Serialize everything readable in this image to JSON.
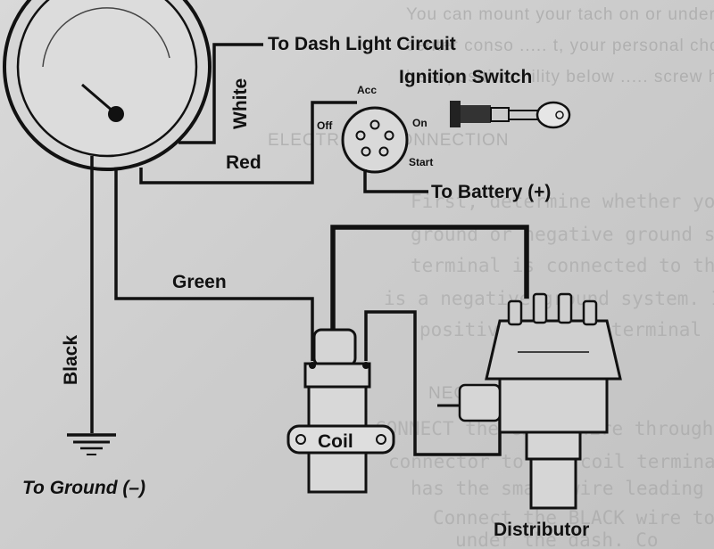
{
  "background_text": [
    "You can mount your tach on or under the dashb",
    "center conso ..... t, your personal cho",
    "best positi ..... ility below ..... screw holes",
    "ELECTRICAL CONNECTION",
    "First, determine whether your electrical system",
    "ground or negative ground system. If the nega",
    "terminal is connected to the engine block or veh",
    "is a negative ground system. It is a positive grou",
    "positive battery terminal is so connected.",
    "NEGATIVE GROUND",
    "CONNECT the GREEN wire through",
    "connector to the coil terminal",
    "has the small wire leading",
    "Connect the BLACK wire to",
    "under the dash. Co"
  ],
  "labels": {
    "dash_light": "To Dash Light Circuit",
    "ignition_switch": "Ignition Switch",
    "acc": "Acc",
    "off": "Off",
    "on": "On",
    "start": "Start",
    "white": "White",
    "red": "Red",
    "battery": "To Battery (+)",
    "green": "Green",
    "black": "Black",
    "ground": "To Ground (–)",
    "coil": "Coil",
    "distributor": "Distributor"
  }
}
